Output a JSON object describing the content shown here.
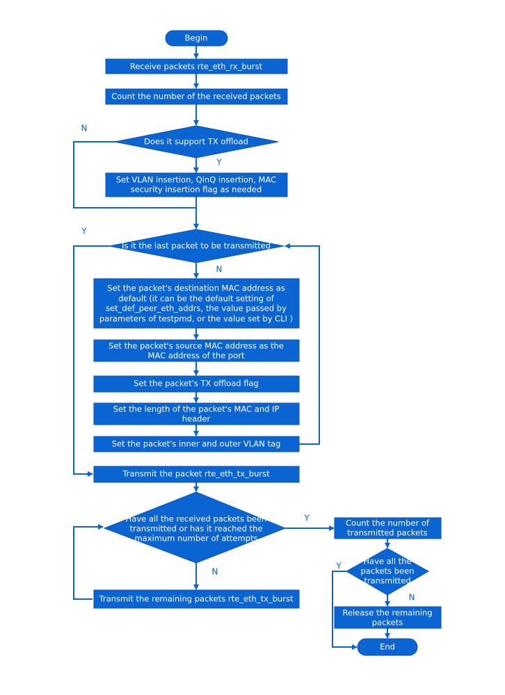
{
  "nodes": {
    "begin": "Begin",
    "receive": "Receive packets rte_eth_rx_burst",
    "count_received": "Count the number of the received packets",
    "tx_offload_q": "Does it support TX offload",
    "set_insertion": [
      "Set VLAN insertion, QinQ insertion, MAC",
      "security insertion flag as needed"
    ],
    "last_packet_q": "Is it the last packet to be transmitted",
    "set_dst_mac": [
      "Set the packet's destination MAC address as",
      "default (it can be the default setting of",
      "set_def_peer_eth_addrs, the value passed by",
      "parameters of testpmd, or the value set by CLI )"
    ],
    "set_src_mac": [
      "Set the packet's source MAC address as the",
      "MAC address of the port"
    ],
    "set_tx_flag": "Set the packet's TX offload flag",
    "set_length": [
      "Set the length of the packet's MAC and IP",
      "header"
    ],
    "set_vlan": "Set the packet's inner and outer VLAN tag",
    "transmit": "Transmit the packet rte_eth_tx_burst",
    "all_sent_q": [
      "Have all the received packets been",
      "transmitted or has it reached the",
      "maximum number of attempts"
    ],
    "transmit_remaining": "Transmit the remaining packets rte_eth_tx_burst",
    "count_transmitted": [
      "Count the number of",
      "transmitted packets"
    ],
    "all_been_sent_q": [
      "Have all the",
      "packets been",
      "transmitted"
    ],
    "release": [
      "Release the remaining",
      "packets"
    ],
    "end": "End"
  },
  "labels": {
    "n1": "N",
    "y1": "Y",
    "y2": "Y",
    "n2": "N",
    "y3": "Y",
    "n3": "N",
    "y4": "Y",
    "n4": "N"
  }
}
